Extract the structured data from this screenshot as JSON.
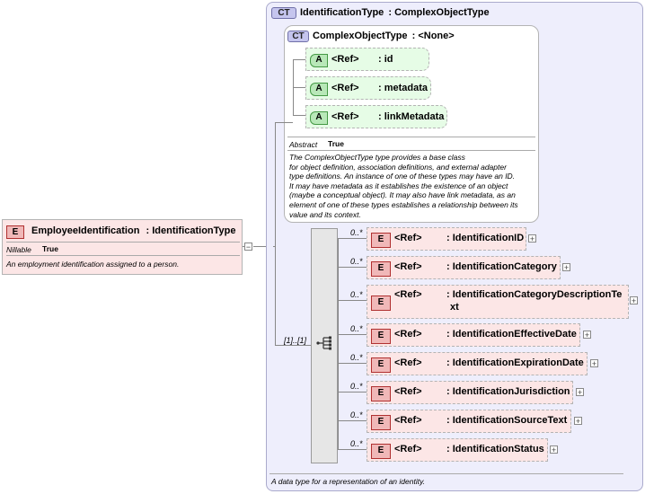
{
  "root": {
    "badge": "E",
    "name": "EmployeeIdentification",
    "type": ": IdentificationType",
    "prop_label": "Nillable",
    "prop_value": "True",
    "doc": "An employment identification assigned to a person."
  },
  "complex_type": {
    "badge": "CT",
    "name": "IdentificationType",
    "base": ": ComplexObjectType",
    "doc": "A data type for a representation of an identity."
  },
  "base_type": {
    "badge": "CT",
    "name": "ComplexObjectType",
    "base": ": <None>",
    "prop_label": "Abstract",
    "prop_value": "True",
    "doc_lines": [
      "The ComplexObjectType type provides a base class",
      "for object definition, association definitions, and external adapter",
      "type definitions. An instance of one of these types may have an ID.",
      "It may have metadata as it establishes the existence of an object",
      "(maybe a conceptual object). It may also have link metadata, as an",
      "element of one of these types establishes a relationship between its",
      "value and its context."
    ],
    "attributes": [
      {
        "badge": "A",
        "ref": "<Ref>",
        "name": ": id"
      },
      {
        "badge": "A",
        "ref": "<Ref>",
        "name": ": metadata"
      },
      {
        "badge": "A",
        "ref": "<Ref>",
        "name": ": linkMetadata"
      }
    ]
  },
  "sequence": {
    "cardinality": "[1]..[1]",
    "elements": [
      {
        "badge": "E",
        "ref": "<Ref>",
        "card": "0..*",
        "name": ": IdentificationID"
      },
      {
        "badge": "E",
        "ref": "<Ref>",
        "card": "0..*",
        "name": ": IdentificationCategory"
      },
      {
        "badge": "E",
        "ref": "<Ref>",
        "card": "0..*",
        "name": ": IdentificationCategoryDescriptionTe",
        "name2": "xt"
      },
      {
        "badge": "E",
        "ref": "<Ref>",
        "card": "0..*",
        "name": ": IdentificationEffectiveDate"
      },
      {
        "badge": "E",
        "ref": "<Ref>",
        "card": "0..*",
        "name": ": IdentificationExpirationDate"
      },
      {
        "badge": "E",
        "ref": "<Ref>",
        "card": "0..*",
        "name": ": IdentificationJurisdiction"
      },
      {
        "badge": "E",
        "ref": "<Ref>",
        "card": "0..*",
        "name": ": IdentificationSourceText"
      },
      {
        "badge": "E",
        "ref": "<Ref>",
        "card": "0..*",
        "name": ": IdentificationStatus"
      }
    ],
    "expand_symbol": "+"
  },
  "collapse_symbol": "−"
}
